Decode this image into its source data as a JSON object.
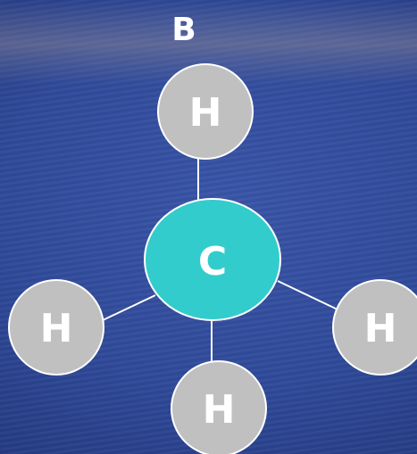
{
  "panel_label": "B",
  "atoms": {
    "carbon": "C",
    "hydrogen_top": "H",
    "hydrogen_left": "H",
    "hydrogen_right": "H",
    "hydrogen_bottom": "H"
  },
  "colors": {
    "carbon_fill": "#33cccc",
    "hydrogen_fill": "#c0c0c0",
    "outline": "#ffffff",
    "bond": "#ffffff",
    "background": "#2f4a9a"
  }
}
